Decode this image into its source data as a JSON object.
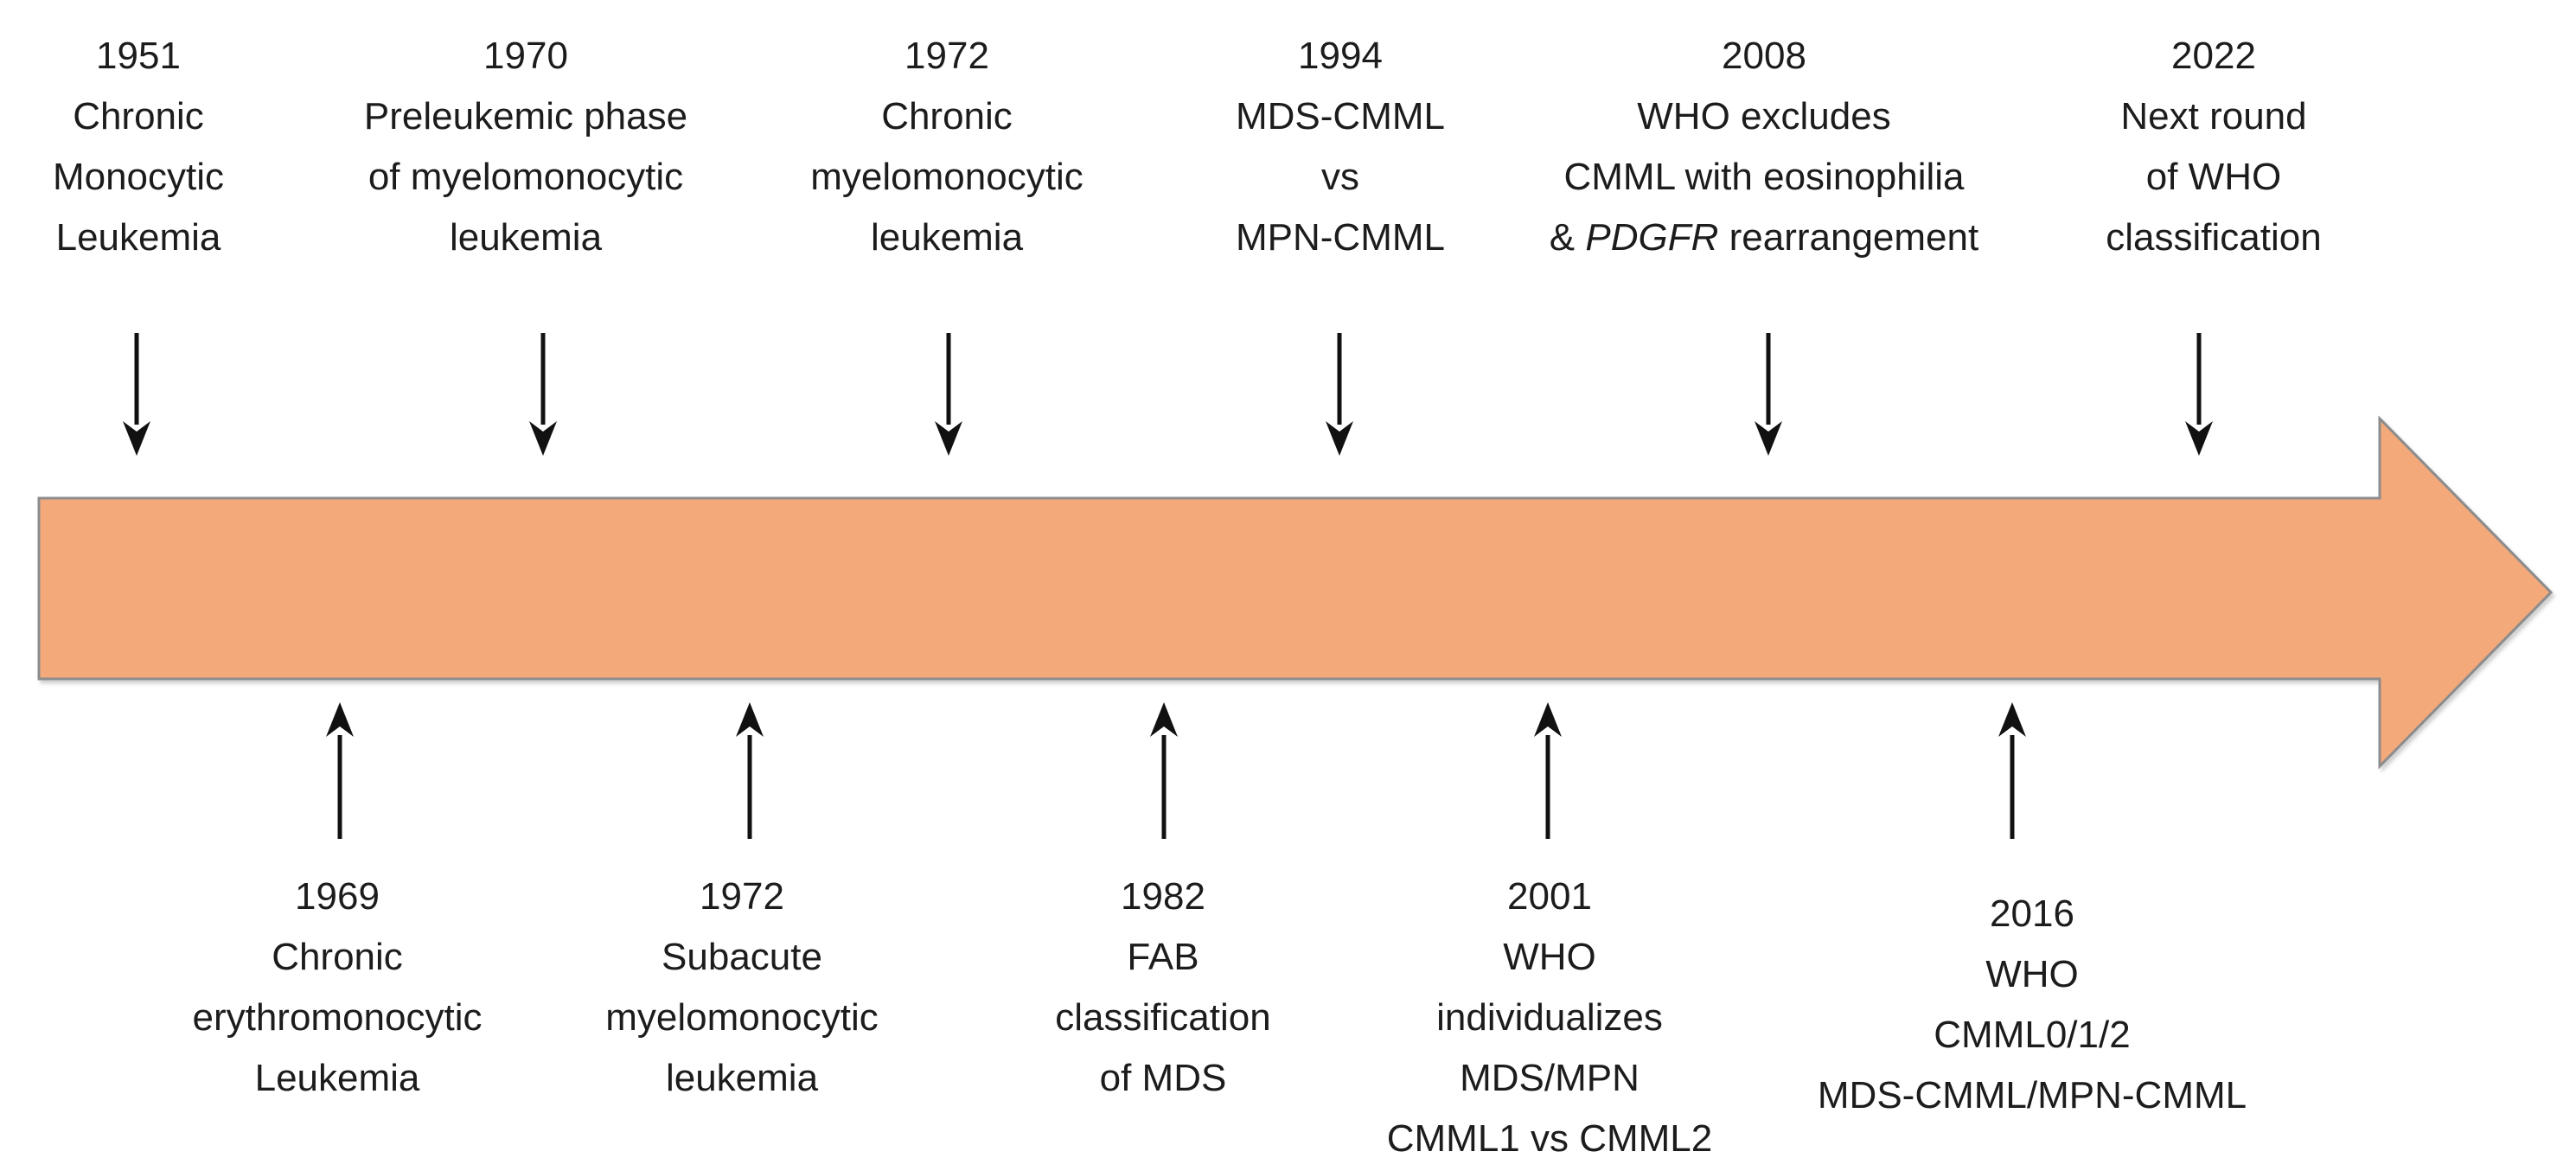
{
  "colors": {
    "arrow_fill": "#F4A97B",
    "arrow_stroke": "#8C8C8C",
    "connector_color": "#111111",
    "text_color": "#1C1C1C"
  },
  "timeline": {
    "direction": "left-to-right",
    "top_events": [
      {
        "year": "1951",
        "lines": [
          "Chronic",
          "Monocytic",
          "Leukemia"
        ]
      },
      {
        "year": "1970",
        "lines": [
          "Preleukemic phase",
          "of myelomonocytic",
          "leukemia"
        ]
      },
      {
        "year": "1972",
        "lines": [
          "Chronic",
          "myelomonocytic",
          "leukemia"
        ]
      },
      {
        "year": "1994",
        "lines": [
          "MDS-CMML",
          "vs",
          "MPN-CMML"
        ]
      },
      {
        "year": "2008",
        "lines": [
          "WHO excludes",
          "CMML with eosinophilia"
        ],
        "pdgfr_line": {
          "prefix": "& ",
          "italic": "PDGFR",
          "suffix": " rearrangement"
        }
      },
      {
        "year": "2022",
        "lines": [
          "Next round",
          "of WHO",
          "classification"
        ]
      }
    ],
    "bottom_events": [
      {
        "year": "1969",
        "lines": [
          "Chronic",
          "erythromonocytic",
          "Leukemia"
        ]
      },
      {
        "year": "1972",
        "lines": [
          "Subacute",
          "myelomonocytic",
          "leukemia"
        ]
      },
      {
        "year": "1982",
        "lines": [
          "FAB",
          "classification",
          "of MDS"
        ]
      },
      {
        "year": "2001",
        "lines": [
          "WHO",
          "individualizes",
          "MDS/MPN",
          "CMML1 vs CMML2"
        ]
      },
      {
        "year": "2016",
        "lines": [
          "WHO",
          "CMML0/1/2",
          "MDS-CMML/MPN-CMML"
        ]
      }
    ]
  }
}
